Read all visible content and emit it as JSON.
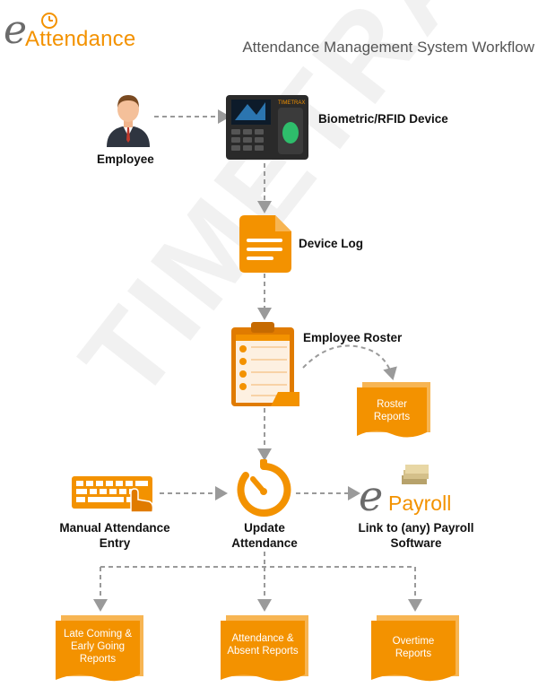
{
  "logo": {
    "e": "e",
    "text": "Attendance"
  },
  "title": "Attendance Management System Workflow",
  "watermark": "TIMETRAX",
  "device": {
    "brand": "TIMETRAX"
  },
  "nodes": {
    "employee": "Employee",
    "device": "Biometric/RFID Device",
    "device_log": "Device Log",
    "roster": "Employee Roster",
    "roster_reports": [
      "Roster",
      "Reports"
    ],
    "manual": [
      "Manual Attendance",
      "Entry"
    ],
    "update": [
      "Update",
      "Attendance"
    ],
    "payroll_link": [
      "Link to (any) Payroll",
      "Software"
    ],
    "late_reports": [
      "Late Coming &",
      "Early Going",
      "Reports"
    ],
    "attendance_reports": [
      "Attendance &",
      "Absent Reports"
    ],
    "overtime_reports": [
      "Overtime",
      "Reports"
    ]
  },
  "payroll_logo": {
    "e": "e",
    "text": "Payroll"
  },
  "colors": {
    "accent": "#f39200",
    "arrow": "#9a9a9a",
    "text": "#111111"
  }
}
